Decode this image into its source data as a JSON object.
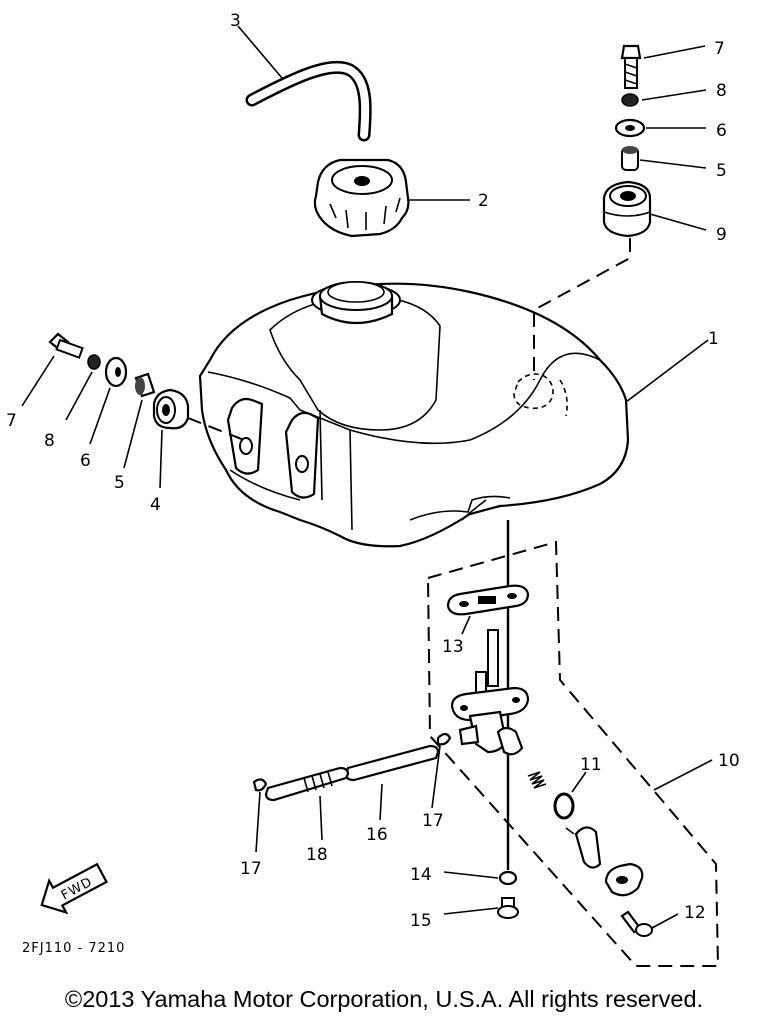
{
  "diagram": {
    "callouts": {
      "tank": "1",
      "cap": "2",
      "breather_hose": "3",
      "damper_left": "4",
      "collar_left": "5",
      "collar_right": "5",
      "washer_left": "6",
      "washer_right": "6",
      "bolt_left": "7",
      "bolt_right": "7",
      "lockwasher_left": "8",
      "lockwasher_right": "8",
      "damper_right": "9",
      "fuel_cock_assy": "10",
      "o_ring": "11",
      "screw": "12",
      "gasket": "13",
      "drain_washer": "14",
      "drain_bolt": "15",
      "fuel_pipe": "16",
      "clip_right": "17",
      "clip_left": "17",
      "strainer_hose": "18"
    },
    "fwd_label": "FWD",
    "diagram_code": "2FJ110 - 7210"
  },
  "footer": {
    "copyright": "©2013 Yamaha Motor Corporation, U.S.A. All rights reserved."
  }
}
